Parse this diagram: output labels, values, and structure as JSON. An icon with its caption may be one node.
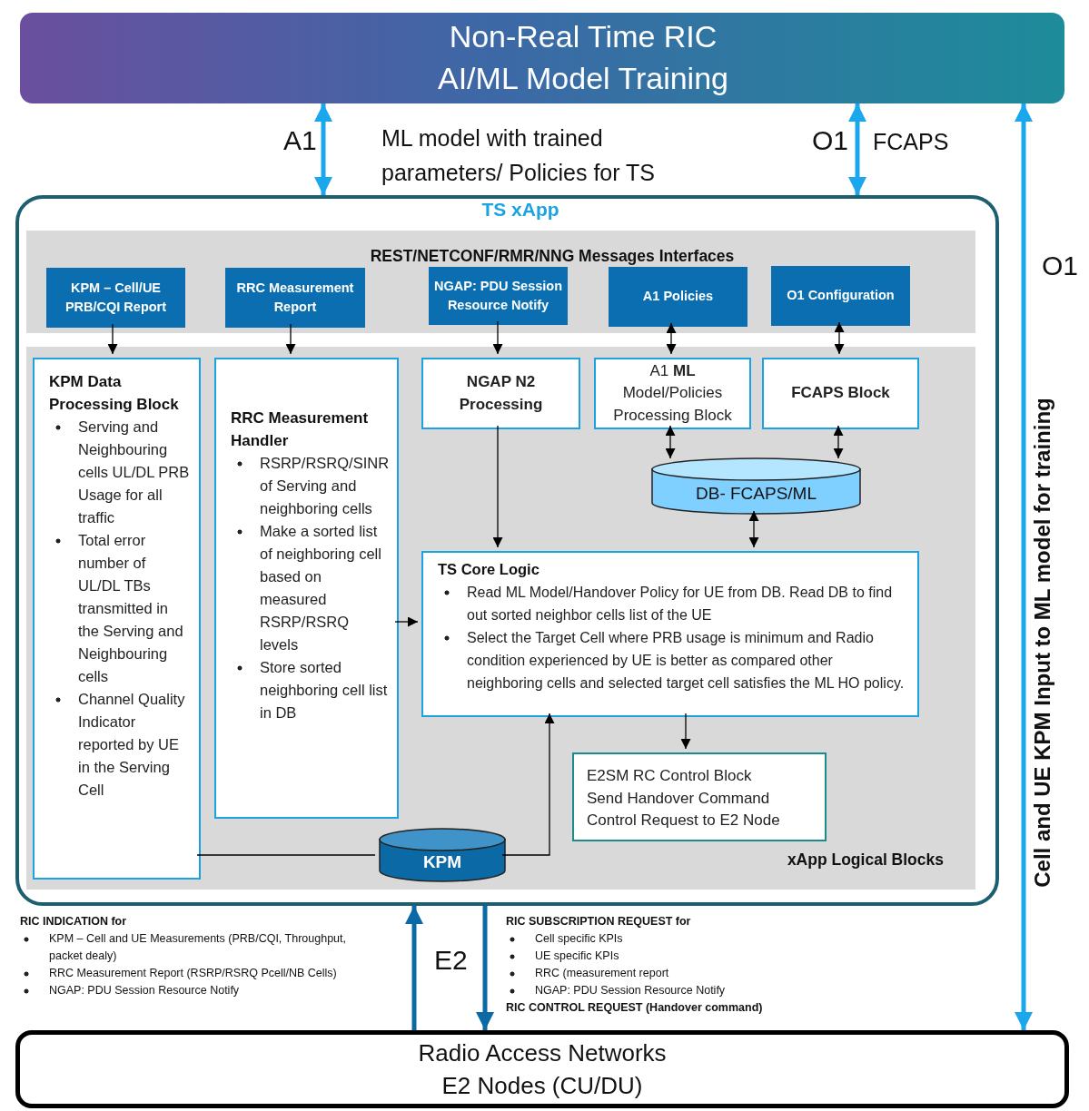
{
  "diagram": {
    "nodes": [
      {
        "text": [
          "Non-Real Time RIC AI/ML Model Training"
        ]
      },
      {
        "text": [
          "TS xApp"
        ]
      },
      {
        "text": [
          "REST/NETCONF/RMR/NNG Messages Interfaces"
        ],
        "in": 1
      },
      {
        "text": [
          "KPM – Cell/UE PRB/CQI Report"
        ],
        "in": 2
      },
      {
        "text": [
          "RRC Measurement Report"
        ],
        "in": 2
      },
      {
        "text": [
          "NGAP: PDU Session Resource Notify"
        ],
        "in": 2
      },
      {
        "text": [
          "A1 Policies"
        ],
        "in": 2
      },
      {
        "text": [
          "O1 Configuration"
        ],
        "in": 2
      },
      {
        "text": [
          "xApp Logical Blocks"
        ],
        "in": 1
      },
      {
        "text": [
          "KPM Data Processing Block",
          "Serving and Neighbouring cells UL/DL PRB Usage for all traffic",
          "Total error number of UL/DL TBs transmitted in the Serving and Neighbouring cells",
          "Channel Quality Indicator reported by UE in the Serving Cell"
        ],
        "in": 8
      },
      {
        "text": [
          "RRC Measurement Handler",
          "RSRP/RSRQ/SINR of Serving and neighboring cells",
          "Make a sorted list of neighboring cell based on measured RSRP/RSRQ levels",
          "Store sorted neighboring cell list in DB"
        ],
        "in": 8
      },
      {
        "text": [
          "NGAP N2 Processing"
        ],
        "in": 8
      },
      {
        "text": [
          "A1 **ML** Model/Policies Processing Block"
        ],
        "in": 8
      },
      {
        "text": [
          "FCAPS Block"
        ],
        "in": 8
      },
      {
        "text": [
          "DB- FCAPS/ML"
        ],
        "in": 8
      },
      {
        "text": [
          "TS Core Logic",
          "Read ML Model/Handover Policy for UE from DB. Read DB to find out sorted neighbor cells list of the UE",
          "Select the Target Cell where PRB usage is minimum and Radio condition experienced by UE is better as compared other neighboring cells and selected target cell satisfies the ML HO policy."
        ],
        "in": 8
      },
      {
        "text": [
          "E2SM RC Control Block",
          "Send Handover Command Control Request to E2 Node"
        ],
        "in": 8
      },
      {
        "text": [
          "KPM"
        ],
        "in": 8
      },
      {
        "text": [
          "Radio Access Networks E2 Nodes (CU/DU)"
        ]
      }
    ],
    "edges": [
      {
        "from": 1,
        "to": 0,
        "arrow": "both",
        "label": "A1",
        "style": "thick",
        "color": "#1aa7ec"
      },
      {
        "from": 1,
        "to": 0,
        "arrow": "both",
        "label": "O1",
        "style": "thick",
        "color": "#1aa7ec"
      },
      {
        "from": 18,
        "to": 0,
        "arrow": "both",
        "style": "thick",
        "color": "#1aa7ec"
      },
      {
        "from": 18,
        "to": 1,
        "arrow": "to",
        "style": "thick",
        "color": "#0b6aa6"
      },
      {
        "from": 1,
        "to": 18,
        "arrow": "to",
        "style": "thick",
        "color": "#0b6aa6"
      },
      {
        "from": 3,
        "to": 9,
        "arrow": "to"
      },
      {
        "from": 4,
        "to": 10,
        "arrow": "to"
      },
      {
        "from": 5,
        "to": 11,
        "arrow": "to"
      },
      {
        "from": 6,
        "to": 12,
        "arrow": "both"
      },
      {
        "from": 7,
        "to": 13,
        "arrow": "both"
      },
      {
        "from": 12,
        "to": 14,
        "arrow": "both"
      },
      {
        "from": 13,
        "to": 14,
        "arrow": "both"
      },
      {
        "from": 14,
        "to": 15,
        "arrow": "both"
      },
      {
        "from": 11,
        "to": 15,
        "arrow": "to"
      },
      {
        "from": 10,
        "to": 15,
        "arrow": "to"
      },
      {
        "from": 15,
        "to": 16,
        "arrow": "to"
      },
      {
        "from": 9,
        "to": 17,
        "arrow": "none"
      },
      {
        "from": 17,
        "to": 15,
        "arrow": "to"
      }
    ],
    "labels": [
      "ML model with trained parameters/ Policies for TS",
      "FCAPS",
      "O1",
      "Cell and UE KPM Input to ML model for training",
      "RIC INDICATION for",
      "KPM – Cell and UE Measurements (PRB/CQI, Throughput, packet dealy)",
      "RRC Measurement Report (RSRP/RSRQ Pcell/NB Cells)",
      "NGAP: PDU Session Resource Notify",
      "E2",
      "RIC SUBSCRIPTION REQUEST for",
      "Cell specific KPIs",
      "UE specific KPIs",
      "RRC (measurement report",
      "NGAP: PDU Session Resource Notify",
      "RIC CONTROL REQUEST (Handover command)"
    ]
  }
}
